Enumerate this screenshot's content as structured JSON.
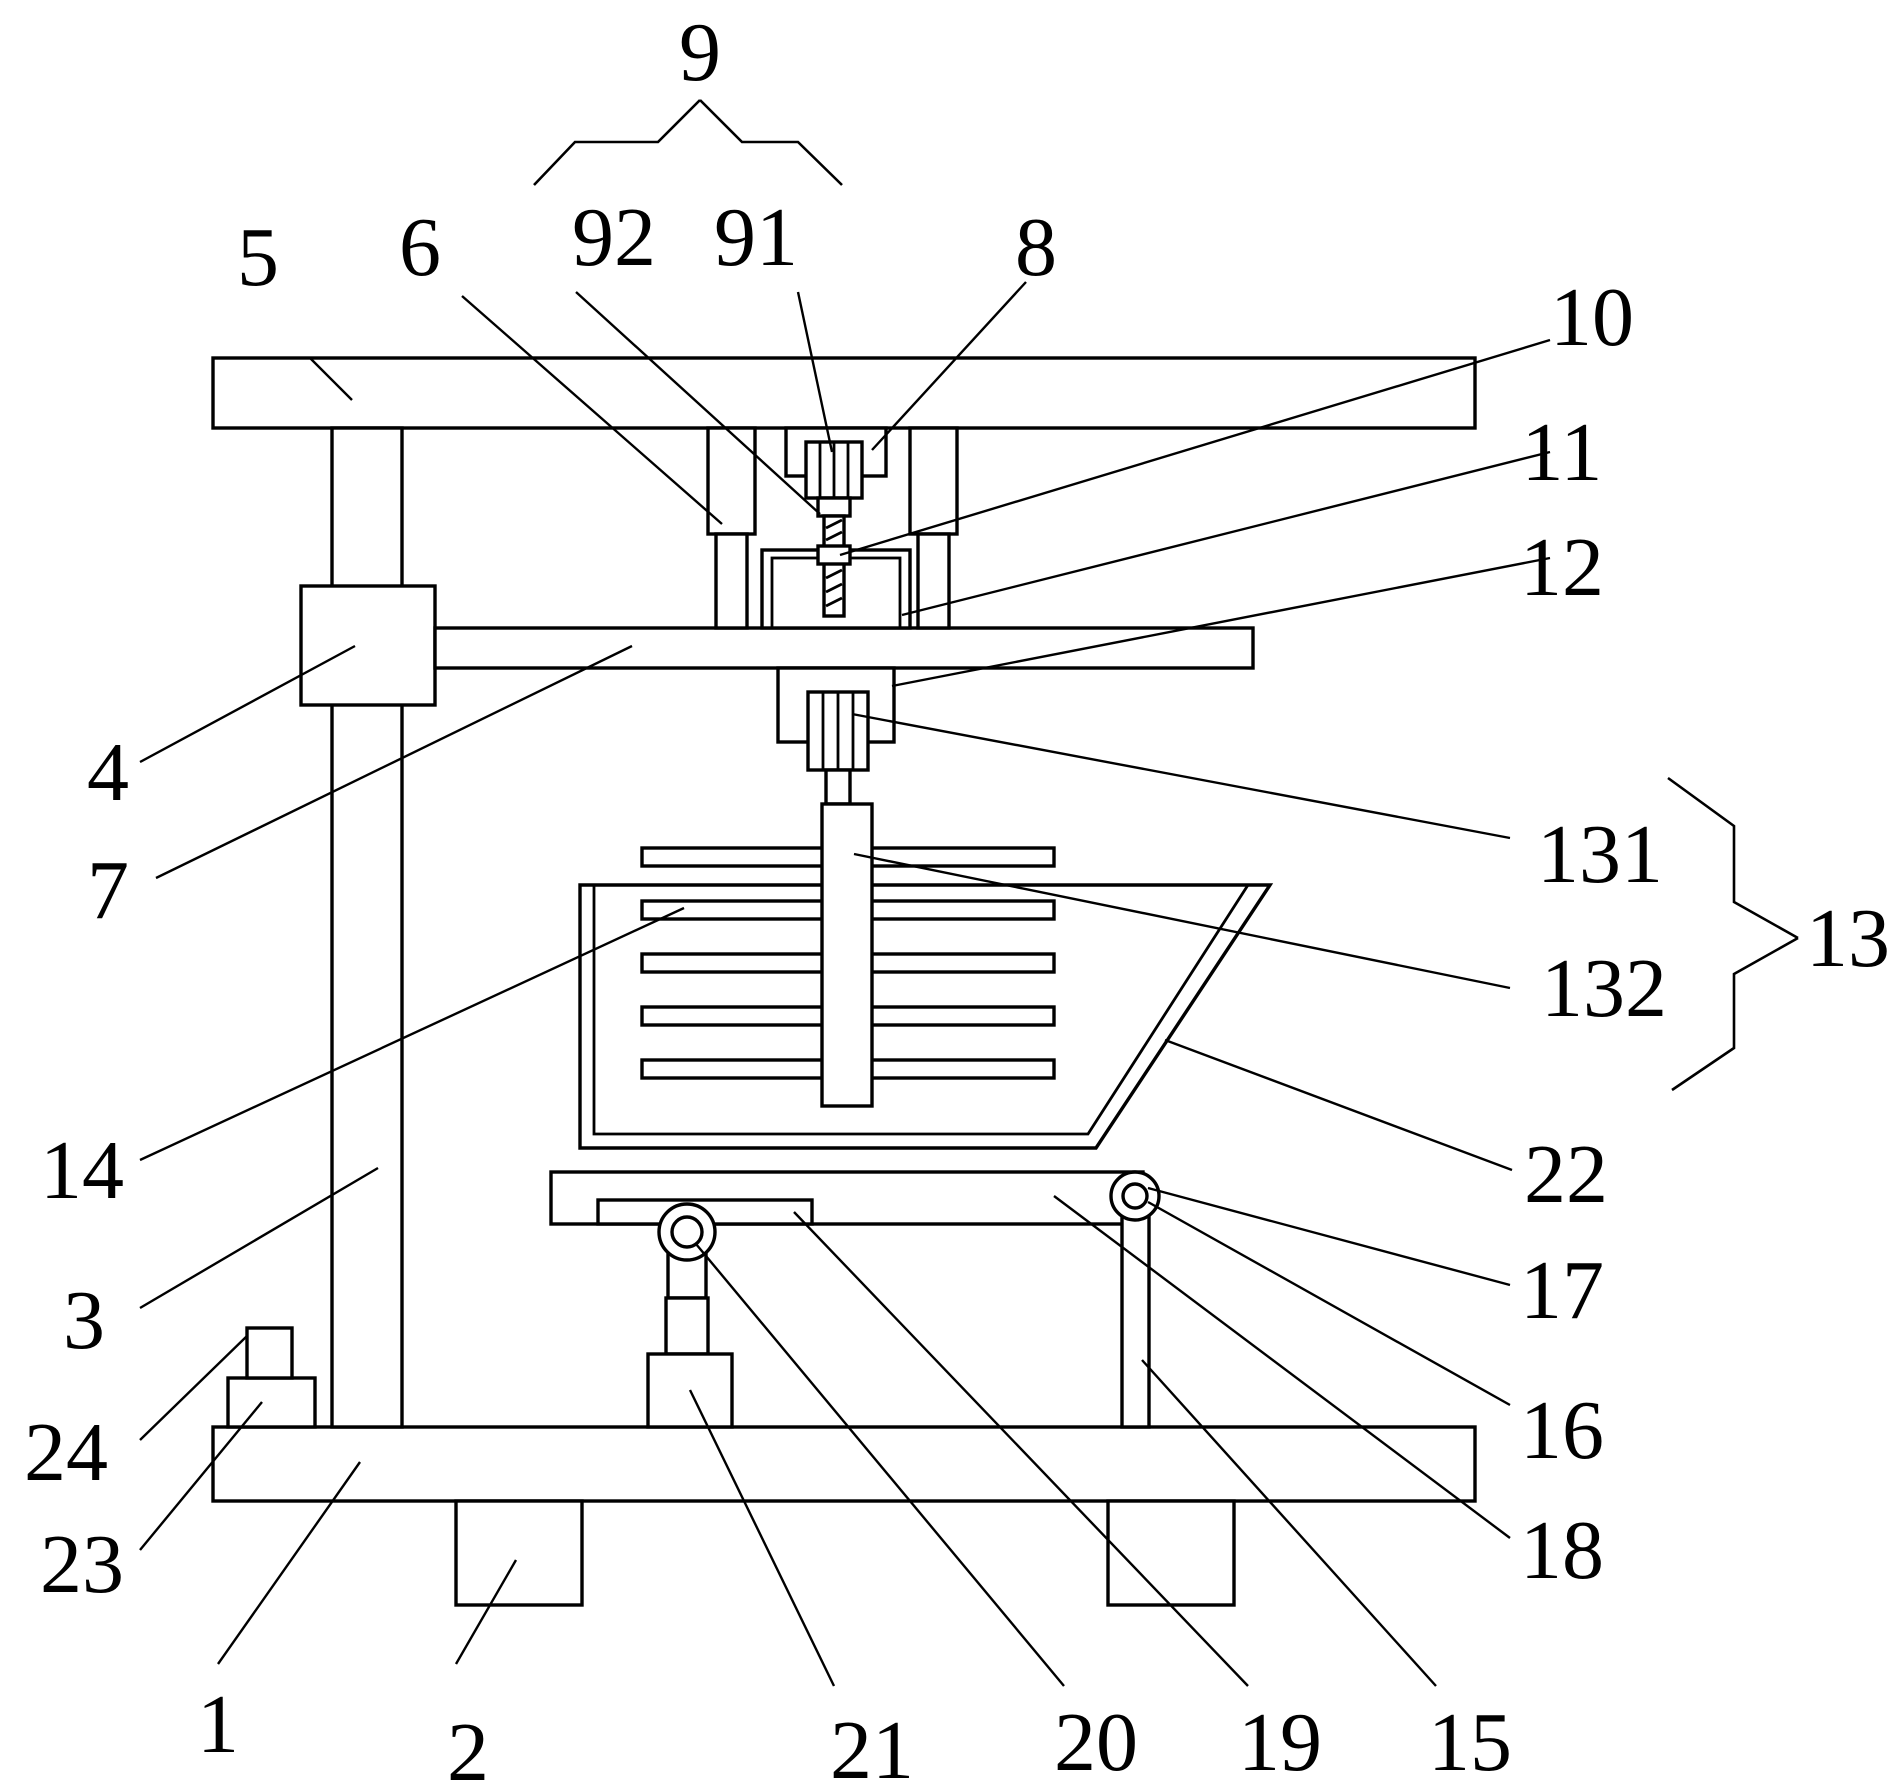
{
  "labels": {
    "l1": "1",
    "l2": "2",
    "l3": "3",
    "l4": "4",
    "l5": "5",
    "l6": "6",
    "l7": "7",
    "l8": "8",
    "l9": "9",
    "l10": "10",
    "l11": "11",
    "l12": "12",
    "l13": "13",
    "l14": "14",
    "l15": "15",
    "l16": "16",
    "l17": "17",
    "l18": "18",
    "l19": "19",
    "l20": "20",
    "l21": "21",
    "l22": "22",
    "l23": "23",
    "l24": "24",
    "l91": "91",
    "l92": "92",
    "l131": "131",
    "l132": "132"
  },
  "colors": {
    "line": "#000000",
    "fill": "#ffffff"
  }
}
